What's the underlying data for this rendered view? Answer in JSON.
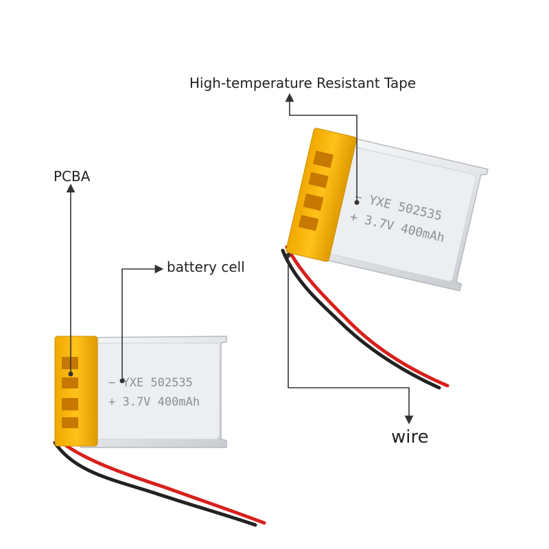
{
  "labels": {
    "tape": "High-temperature Resistant Tape",
    "pcba": "PCBA",
    "cell": "battery cell",
    "wire": "wire"
  },
  "battery": {
    "line1": "− YXE 502535",
    "line2": "+ 3.7V 400mAh"
  },
  "colors": {
    "tape": "#f5b800",
    "body": "#e6e8ea",
    "wire_red": "#d8201c",
    "wire_black": "#222222",
    "leader": "#333333"
  }
}
